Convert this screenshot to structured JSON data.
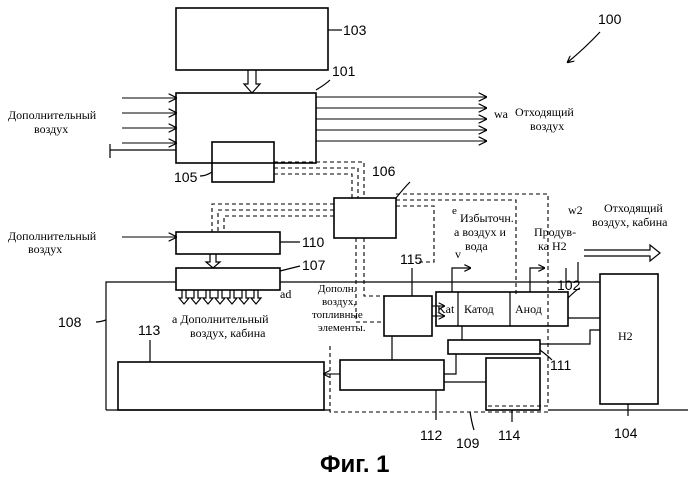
{
  "labels": {
    "system": "100",
    "n103": "103",
    "n101": "101",
    "n105": "105",
    "n106": "106",
    "n110": "110",
    "n107": "107",
    "n115": "115",
    "n102": "102",
    "n108": "108",
    "n113": "113",
    "n111": "111",
    "n112": "112",
    "n109": "109",
    "n114": "114",
    "n104": "104",
    "add_air_top_1": "Дополнительный",
    "add_air_top_2": "воздух",
    "add_air_mid_1": "Дополнительный",
    "add_air_mid_2": "воздух",
    "wa": "wa",
    "exhaust_1": "Отходящий",
    "exhaust_2": "воздух",
    "w2": "w2",
    "exhaust_cabin_1": "Отходящий",
    "exhaust_cabin_2": "воздух, кабина",
    "excess_e": "e",
    "excess_1": "Избыточн.",
    "excess_2": "а воздух и",
    "excess_3": "вода",
    "purge_1": "Продув-",
    "purge_2": "ка H2",
    "v": "v",
    "ad": "ad",
    "add_cabin_1": "а Дополнительный",
    "add_cabin_2": "воздух, кабина",
    "add_fc_1": "Дополн.",
    "add_fc_2": "воздух,",
    "add_fc_3": "топливные",
    "add_fc_4": "элементы.",
    "kat": "Kat",
    "cathode": "Катод",
    "anode": "Анод",
    "h2_tank": "H2",
    "caption": "Фиг. 1"
  }
}
